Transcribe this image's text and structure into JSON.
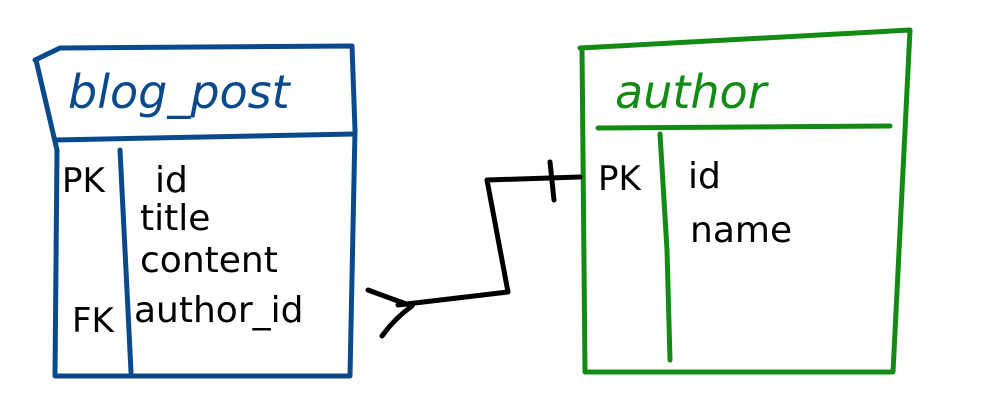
{
  "colors": {
    "blog_post": "#0a4a8c",
    "author": "#138a13",
    "ink": "#000000"
  },
  "blog_post": {
    "title": "blog_post",
    "key_pk": "PK",
    "key_fk": "FK",
    "fields": [
      "id",
      "title",
      "content",
      "author_id"
    ]
  },
  "author": {
    "title": "author",
    "key_pk": "PK",
    "fields": [
      "id",
      "name"
    ]
  },
  "relationship": {
    "from": "blog_post.author_id",
    "to": "author.id",
    "from_end": "many",
    "to_end": "one"
  }
}
